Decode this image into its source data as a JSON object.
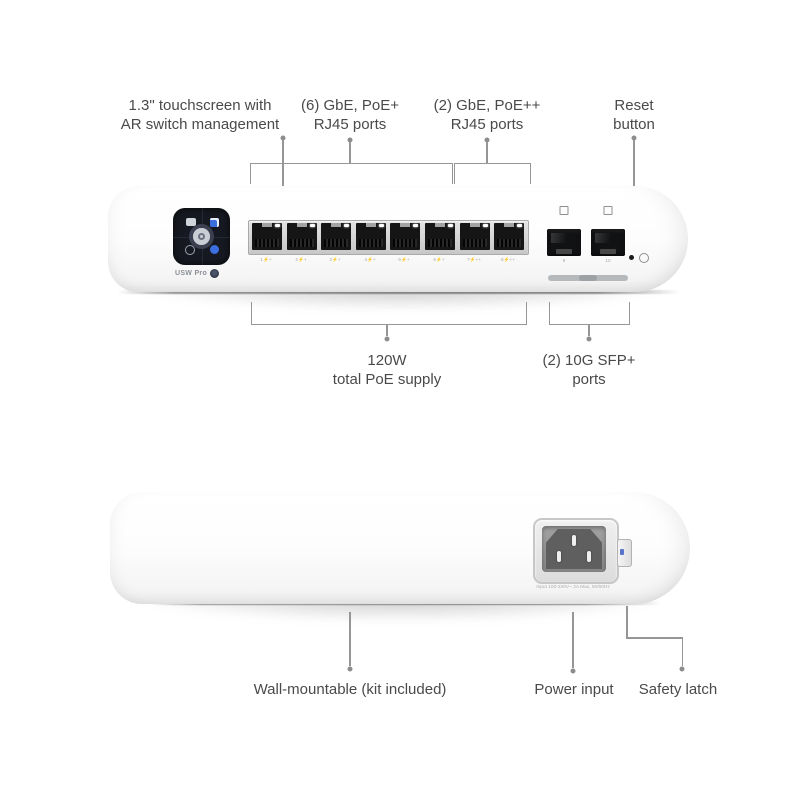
{
  "colors": {
    "label_text": "#4a4a4a",
    "callout_line": "#969696",
    "device_body": "#fcfcfc",
    "screen_bg": "#161921",
    "accent_blue": "#3b6fe0",
    "port_black": "#151515",
    "metal_frame": "#c7c7c7"
  },
  "front_view": {
    "callouts": {
      "touchscreen": {
        "line1": "1.3\" touchscreen with",
        "line2": "AR switch management"
      },
      "poe_plus": {
        "line1": "(6) GbE, PoE+",
        "line2": "RJ45 ports"
      },
      "poe_plusplus": {
        "line1": "(2) GbE, PoE++",
        "line2": "RJ45 ports"
      },
      "reset": {
        "line1": "Reset",
        "line2": "button"
      },
      "poe_budget": {
        "line1": "120W",
        "line2": "total PoE supply"
      },
      "sfp": {
        "line1": "(2) 10G SFP+",
        "line2": "ports"
      }
    },
    "device": {
      "model_label": "USW Pro",
      "port_labels": [
        "1⚡+",
        "2⚡+",
        "3⚡+",
        "4⚡+",
        "5⚡+",
        "6⚡+",
        "7⚡++",
        "8⚡++"
      ],
      "sfp_port_labels": [
        "9",
        "10"
      ]
    }
  },
  "rear_view": {
    "callouts": {
      "wall_mount": "Wall-mountable (kit included)",
      "power_input": "Power input",
      "safety_latch": "Safety latch"
    },
    "device": {
      "power_spec": "Input 100-240V~ 2A Max, 50/60Hz"
    }
  }
}
